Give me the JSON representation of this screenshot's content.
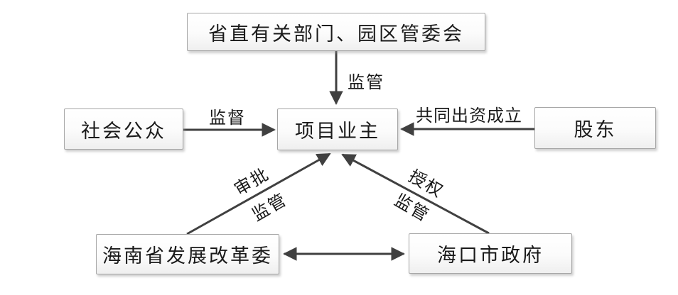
{
  "diagram": {
    "title": "project-governance-structure",
    "nodes": {
      "dept": "省直有关部门、园区管委会",
      "public": "社会公众",
      "owner": "项目业主",
      "shareholder": "股东",
      "ndrc": "海南省发展改革委",
      "haikou": "海口市政府"
    },
    "edge_labels": {
      "dept_regulate": "监管",
      "public_supervise": "监督",
      "joint_funding": "共同出资成立",
      "ndrc_approve": "审批",
      "ndrc_regulate": "监管",
      "haikou_authorize": "授权",
      "haikou_regulate": "监管"
    },
    "colors": {
      "line": "#404040",
      "box_border": "#a6a6a6",
      "text": "#1a1a1a",
      "background": "#ffffff"
    }
  }
}
